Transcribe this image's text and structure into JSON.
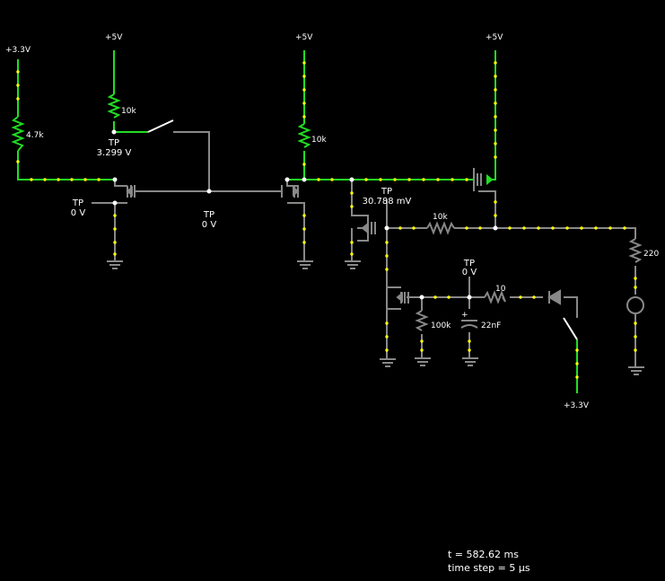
{
  "supplies": {
    "s1": "+3.3V",
    "s2": "+5V",
    "s3": "+5V",
    "s4": "+5V",
    "s5": "+3.3V"
  },
  "components": {
    "r1": "4.7k",
    "r2": "10k",
    "r3": "10k",
    "r4": "10k",
    "r5": "220",
    "r6": "100k",
    "r7": "10",
    "c1": "22nF",
    "c1_polarity": "+"
  },
  "probes": {
    "tp1": {
      "name": "TP",
      "value": "3.299 V"
    },
    "tp2": {
      "name": "TP",
      "value": "0 V"
    },
    "tp3": {
      "name": "TP",
      "value": "0 V"
    },
    "tp4": {
      "name": "TP",
      "value": "30.788 mV"
    },
    "tp5": {
      "name": "TP",
      "value": "0 V"
    }
  },
  "status": {
    "time": "t = 582.62 ms",
    "step": "time step = 5 µs"
  },
  "colors": {
    "background": "#000000",
    "live_wire": "#22dd22",
    "gnd_wire": "#888888",
    "current_dot": "#ffff00",
    "text": "#ffffff"
  }
}
